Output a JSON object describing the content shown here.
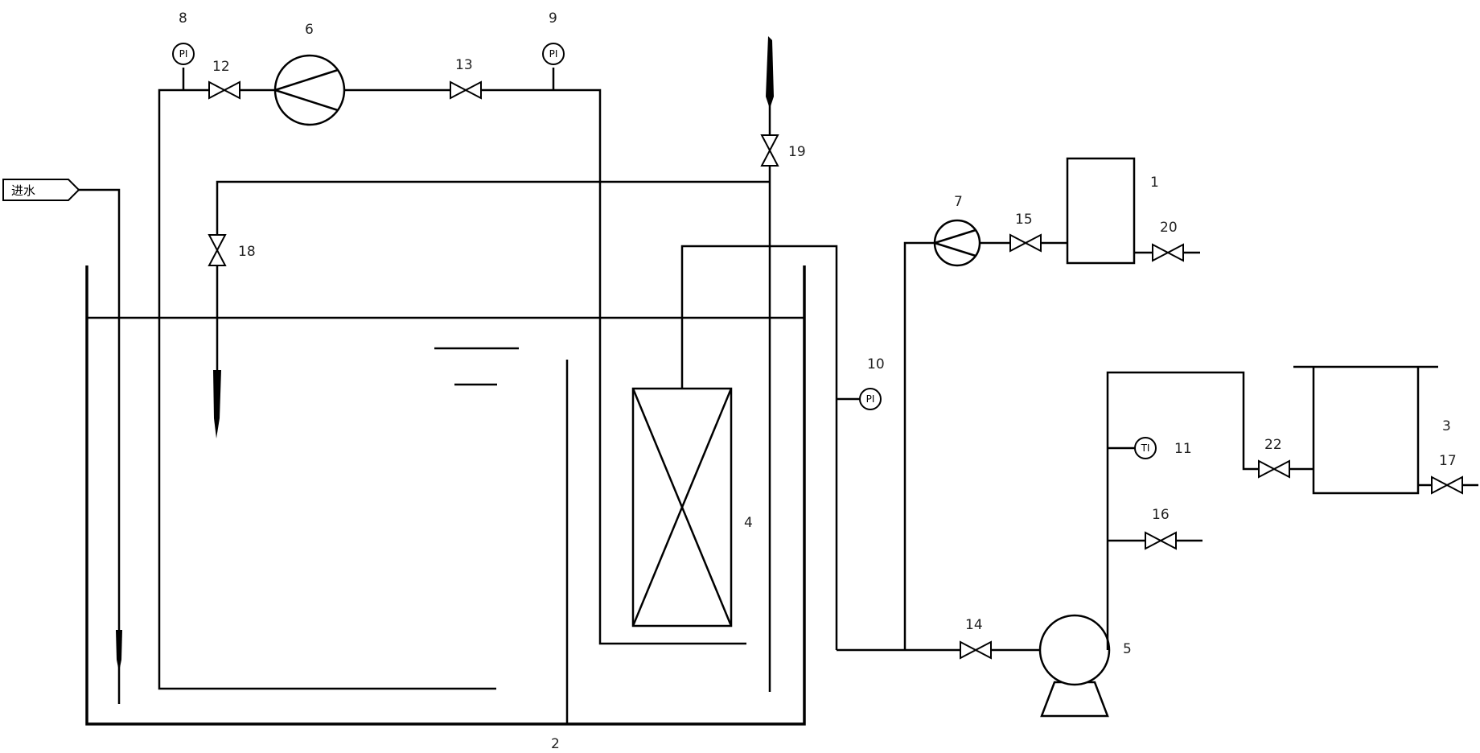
{
  "inlet_label": "进水",
  "labels": {
    "reactor_tank": "2",
    "membrane_module": "4",
    "backwash_tank": "1",
    "chemical_tank": "3",
    "pump_main": "5",
    "pump_blower": "6",
    "pump_backwash": "7",
    "gauge_8": "8",
    "gauge_9": "9",
    "gauge_10": "10",
    "gauge_11": "11",
    "valve_12": "12",
    "valve_13": "13",
    "valve_14": "14",
    "valve_15": "15",
    "valve_16": "16",
    "valve_17": "17",
    "valve_18": "18",
    "valve_19": "19",
    "valve_20": "20",
    "valve_22": "22"
  },
  "gauges": {
    "pressure_symbol": "PI",
    "temperature_symbol": "TI"
  }
}
